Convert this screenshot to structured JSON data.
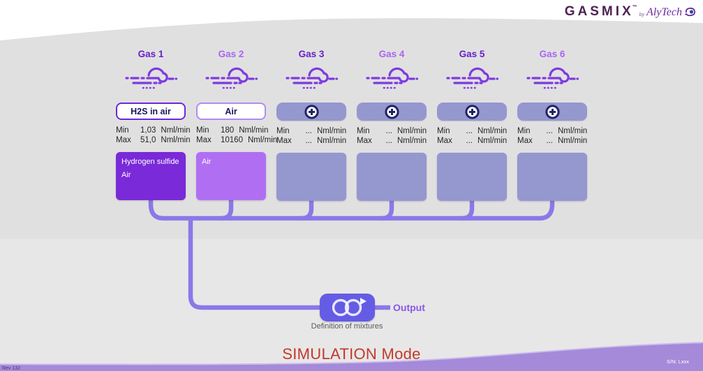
{
  "brand": {
    "name": "GASMIX",
    "tm": "™",
    "by": "by",
    "company": "AlyTech"
  },
  "labels": {
    "min": "Min",
    "max": "Max",
    "unit": "Nml/min"
  },
  "gases": [
    {
      "label": "Gas 1",
      "tone": "dark",
      "selection": "H2S in air",
      "min": "1,03",
      "max": "51,0",
      "card": [
        "Hydrogen sulfide",
        "Air"
      ],
      "card_color": "#7a2ad8"
    },
    {
      "label": "Gas 2",
      "tone": "light",
      "selection": "Air",
      "min": "180",
      "max": "10160",
      "card": [
        "Air"
      ],
      "card_color": "#b06ff3"
    },
    {
      "label": "Gas 3",
      "tone": "dark",
      "selection": null,
      "min": "...",
      "max": "...",
      "card": [],
      "card_color": "#9597cf"
    },
    {
      "label": "Gas 4",
      "tone": "light",
      "selection": null,
      "min": "...",
      "max": "...",
      "card": [],
      "card_color": "#9597cf"
    },
    {
      "label": "Gas 5",
      "tone": "dark",
      "selection": null,
      "min": "...",
      "max": "...",
      "card": [],
      "card_color": "#9597cf"
    },
    {
      "label": "Gas 6",
      "tone": "light",
      "selection": null,
      "min": "...",
      "max": "...",
      "card": [],
      "card_color": "#9597cf"
    }
  ],
  "output": {
    "label": "Output",
    "caption": "Definition of mixtures",
    "icon": "mix-loop-arrow-icon"
  },
  "footer": {
    "mode": "SIMULATION Mode",
    "revision": "Rev 132",
    "serial": "S/N: Lxxx"
  },
  "colors": {
    "accentDark": "#6421c9",
    "accentLight": "#a766f0",
    "wind": "#7d3be0",
    "connector": "#8b78e8",
    "card1": "#7a2ad8",
    "card2": "#b06ff3",
    "cardEmpty": "#9597cf",
    "selBorderDark": "#6d28d9",
    "selBorderLight": "#b18af5",
    "selText": "#1c1060",
    "plusGlyph": "#232368",
    "outputNode": "#655ce6",
    "outputLabel": "#8757e8",
    "modeText": "#c23a2c",
    "wave": "#a58ad9",
    "brandText": "#4e2353",
    "alytechText": "#6d2a9e"
  }
}
